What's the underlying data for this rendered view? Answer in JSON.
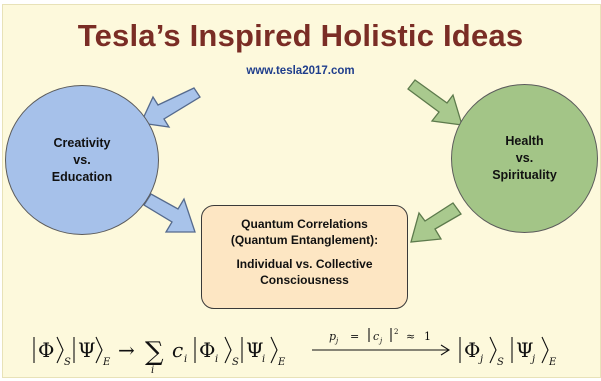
{
  "title": "Tesla’s Inspired Holistic Ideas",
  "url": "www.tesla2017.com",
  "left_circle": {
    "line1": "Creativity",
    "line2": "vs.",
    "line3": "Education",
    "color": "#a6c1ea"
  },
  "right_circle": {
    "line1": "Health",
    "line2": "vs.",
    "line3": "Spirituality",
    "color": "#a3c587"
  },
  "center_box": {
    "line1": "Quantum Correlations",
    "line2": "(Quantum Entanglement):",
    "line3": "Individual vs. Collective",
    "line4": "Consciousness",
    "color": "#fde6c3"
  },
  "colors": {
    "title": "#7a2d25",
    "url": "#1f3e8c",
    "arrow_blue": "#a8c3ea",
    "arrow_green": "#a9c98e",
    "background": "#fdf9dc"
  },
  "formula": {
    "phi": "Φ",
    "psi": "Ψ",
    "sub_s": "S",
    "sub_e": "E",
    "arrow": "→",
    "sum": "∑",
    "sum_index": "i",
    "coef": "c",
    "sub_i": "i",
    "sub_j": "j",
    "prob": "p",
    "equals": "=",
    "power": "2",
    "approx": "≈",
    "one": "1"
  }
}
